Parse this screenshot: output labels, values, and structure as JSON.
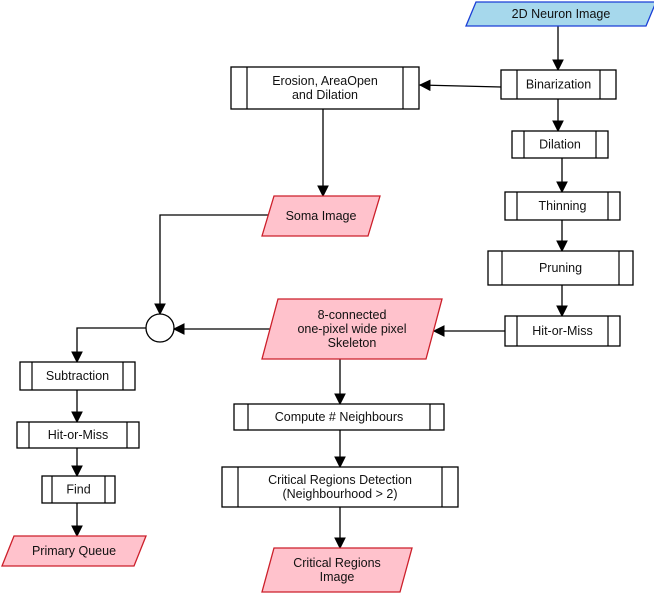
{
  "nodes": {
    "neuron_image": {
      "lines": [
        "2D Neuron Image"
      ]
    },
    "binarization": {
      "lines": [
        "Binarization"
      ]
    },
    "erosion": {
      "lines": [
        "Erosion,  AreaOpen",
        "and Dilation"
      ]
    },
    "dilation": {
      "lines": [
        "Dilation"
      ]
    },
    "soma_image": {
      "lines": [
        "Soma Image"
      ]
    },
    "thinning": {
      "lines": [
        "Thinning"
      ]
    },
    "pruning": {
      "lines": [
        "Pruning"
      ]
    },
    "hit_or_miss_right": {
      "lines": [
        "Hit-or-Miss"
      ]
    },
    "skeleton": {
      "lines": [
        "8-connected",
        "one-pixel wide pixel",
        "Skeleton"
      ]
    },
    "subtraction": {
      "lines": [
        "Subtraction"
      ]
    },
    "compute_neighbours": {
      "lines": [
        "Compute # Neighbours"
      ]
    },
    "hit_or_miss_left": {
      "lines": [
        "Hit-or-Miss"
      ]
    },
    "critical_detection": {
      "lines": [
        "Critical Regions Detection",
        "(Neighbourhood > 2)"
      ]
    },
    "find": {
      "lines": [
        "Find"
      ]
    },
    "primary_queue": {
      "lines": [
        "Primary Queue"
      ]
    },
    "critical_image": {
      "lines": [
        "Critical Regions",
        "Image"
      ]
    }
  },
  "colors": {
    "io_fill": "#ffc2cc",
    "io_stroke": "#cc1f2a",
    "input_fill": "#a6d8ec",
    "input_stroke": "#1a3fd6",
    "line": "#000000"
  }
}
